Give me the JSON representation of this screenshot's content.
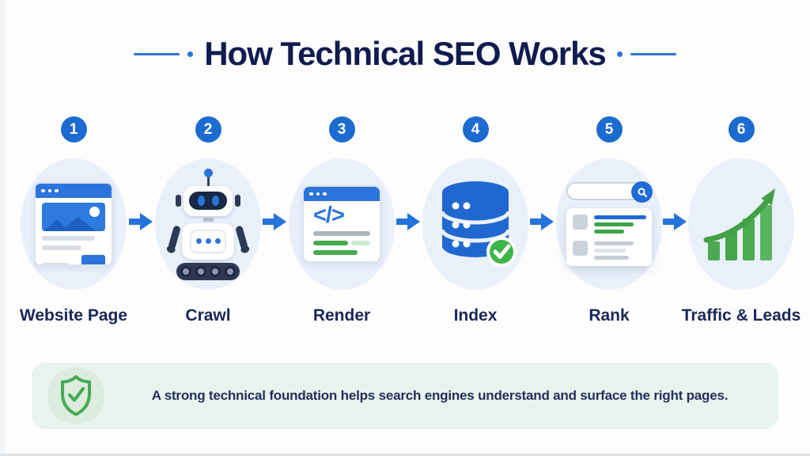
{
  "title": {
    "text": "How Technical SEO Works"
  },
  "steps": [
    {
      "number": "1",
      "label": "Website Page",
      "icon": "website-page"
    },
    {
      "number": "2",
      "label": "Crawl",
      "icon": "crawler-robot"
    },
    {
      "number": "3",
      "label": "Render",
      "icon": "code-window",
      "code_glyph": "</>"
    },
    {
      "number": "4",
      "label": "Index",
      "icon": "database-check"
    },
    {
      "number": "5",
      "label": "Rank",
      "icon": "search-results"
    },
    {
      "number": "6",
      "label": "Traffic & Leads",
      "icon": "growth-chart"
    }
  ],
  "footer": {
    "icon": "shield-check",
    "text": "A strong technical foundation helps search engines understand and surface the right pages."
  },
  "colors": {
    "accent_blue": "#1c6bd0",
    "icon_blue": "#2b74db",
    "navy_text": "#1b2756",
    "title_navy": "#101c4e",
    "green": "#43a047",
    "bubble_blue": "#e9f0fa",
    "banner_green": "#e9f3ed",
    "dark_slate": "#2d3a56"
  }
}
